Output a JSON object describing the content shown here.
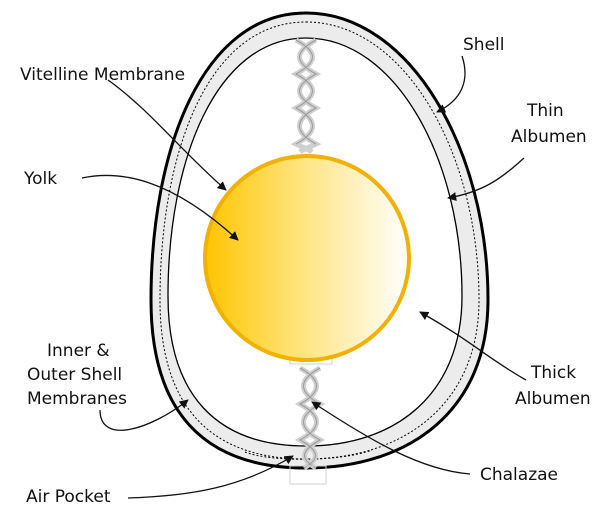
{
  "labels": {
    "vitelline_membrane": "Vitelline Membrane",
    "shell": "Shell",
    "thin_albumen_1": "Thin",
    "thin_albumen_2": "Albumen",
    "yolk": "Yolk",
    "inner_outer_1": "Inner &",
    "inner_outer_2": "Outer Shell",
    "inner_outer_3": "Membranes",
    "thick_albumen_1": "Thick",
    "thick_albumen_2": "Albumen",
    "chalazae": "Chalazae",
    "air_pocket": "Air Pocket"
  },
  "colors": {
    "yolk_edge": "#ffc400",
    "yolk_center": "#ffffff",
    "yolk_outline": "#f2b100",
    "shell_fill": "#ececec",
    "outline": "#000000",
    "chalazae": "#d6d6d6"
  }
}
